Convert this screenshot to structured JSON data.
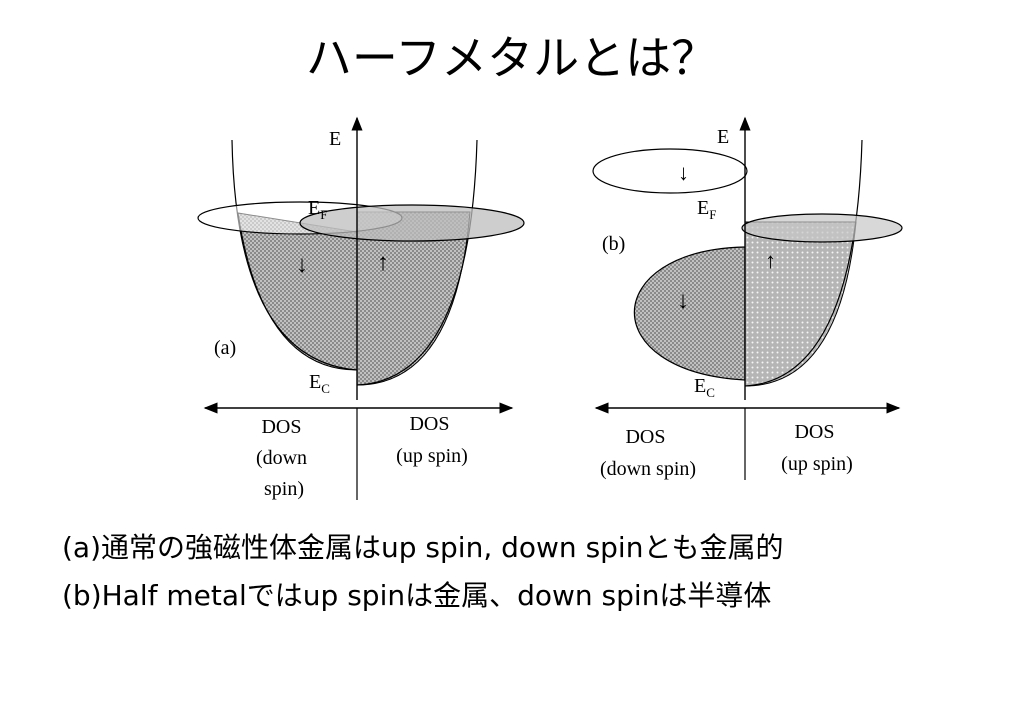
{
  "title": "ハーフメタルとは？",
  "panel_a": {
    "label": "(a)",
    "energy_axis": "E",
    "fermi": {
      "main": "E",
      "sub": "F"
    },
    "conduction": {
      "main": "E",
      "sub": "C"
    },
    "down_arrow": "↓",
    "up_arrow": "↑",
    "dos_down": [
      "DOS",
      "(down",
      "spin)"
    ],
    "dos_up": [
      "DOS",
      "(up spin)"
    ]
  },
  "panel_b": {
    "label": "(b)",
    "energy_axis": "E",
    "fermi": {
      "main": "E",
      "sub": "F"
    },
    "conduction": {
      "main": "E",
      "sub": "C"
    },
    "upper_down_arrow": "↓",
    "down_arrow": "↓",
    "up_arrow": "↑",
    "dos_down": [
      "DOS",
      "(down spin)"
    ],
    "dos_up": [
      "DOS",
      "(up spin)"
    ]
  },
  "captions": [
    "(a)通常の強磁性体金属はup spin, down spinとも金属的",
    "(b)Half metalではup spinは金属、down spinは半導体"
  ]
}
